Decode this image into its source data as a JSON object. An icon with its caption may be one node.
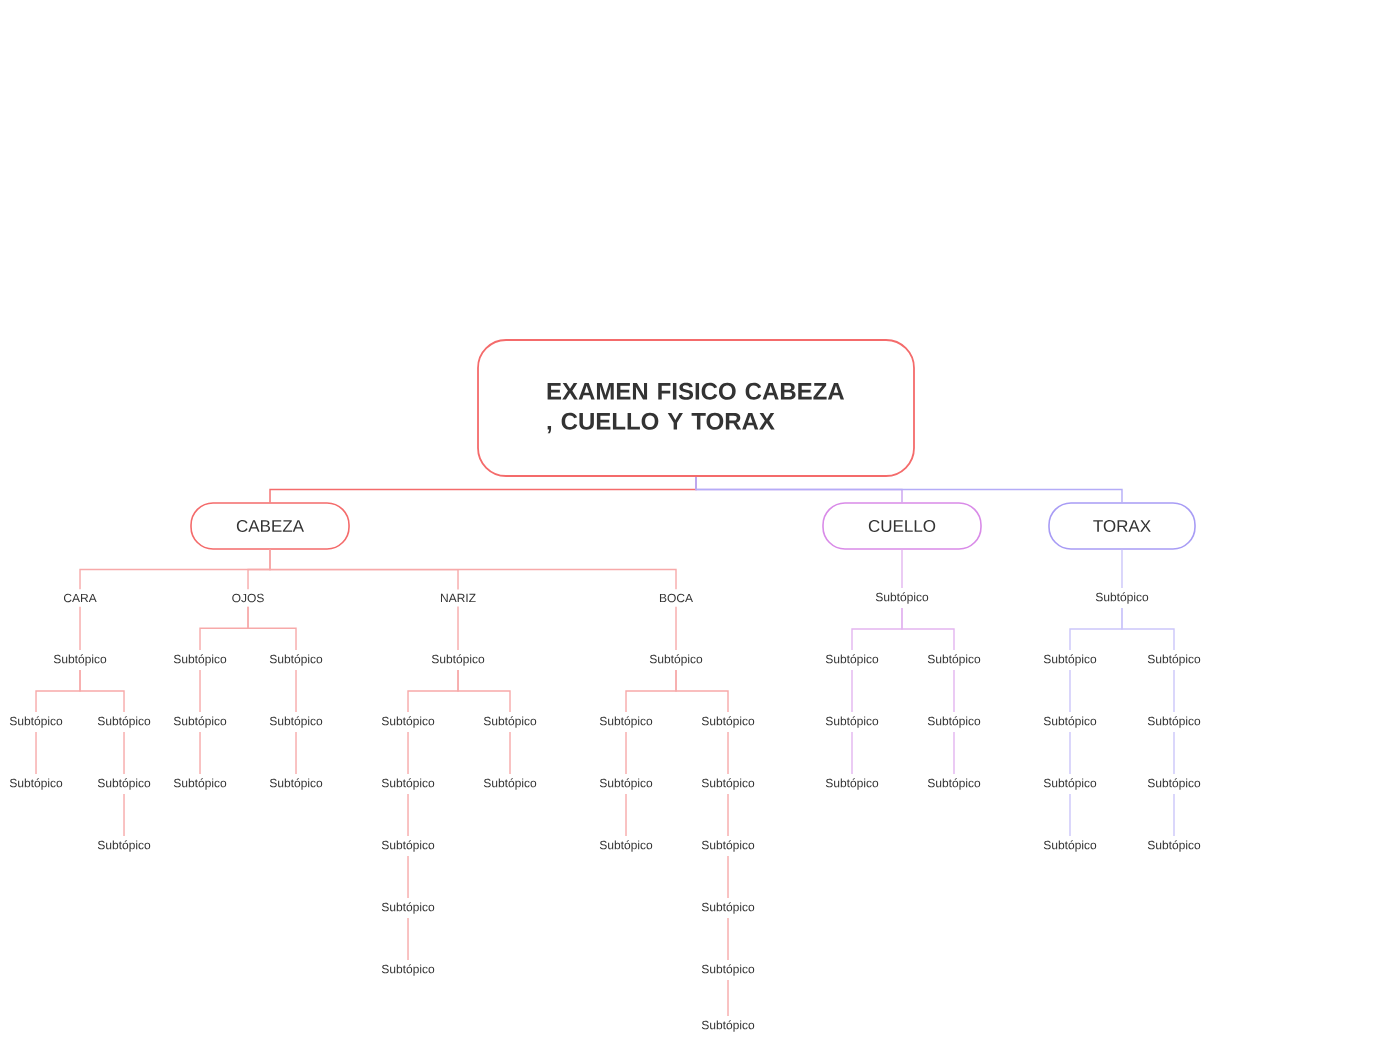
{
  "diagram": {
    "nodes": [
      {
        "text": [
          "EXAMEN FISICO CABEZA , CUELLO Y TORAX"
        ]
      },
      {
        "text": [
          "CABEZA"
        ]
      },
      {
        "text": [
          "CUELLO"
        ]
      },
      {
        "text": [
          "TORAX"
        ]
      },
      {
        "text": [
          "CARA"
        ]
      },
      {
        "text": [
          "OJOS"
        ]
      },
      {
        "text": [
          "NARIZ"
        ]
      },
      {
        "text": [
          "BOCA"
        ]
      },
      {
        "text": [
          "Subtópico"
        ]
      },
      {
        "text": [
          "Subtópico"
        ]
      },
      {
        "text": [
          "Subtópico"
        ]
      },
      {
        "text": [
          "Subtópico"
        ]
      },
      {
        "text": [
          "Subtópico"
        ]
      },
      {
        "text": [
          "Subtópico"
        ]
      },
      {
        "text": [
          "Subtópico"
        ]
      },
      {
        "text": [
          "Subtópico"
        ]
      },
      {
        "text": [
          "Subtópico"
        ]
      },
      {
        "text": [
          "Subtópico"
        ]
      },
      {
        "text": [
          "Subtópico"
        ]
      },
      {
        "text": [
          "Subtópico"
        ]
      },
      {
        "text": [
          "Subtópico"
        ]
      },
      {
        "text": [
          "Subtópico"
        ]
      },
      {
        "text": [
          "Subtópico"
        ]
      },
      {
        "text": [
          "Subtópico"
        ]
      },
      {
        "text": [
          "Subtópico"
        ]
      },
      {
        "text": [
          "Subtópico"
        ]
      },
      {
        "text": [
          "Subtópico"
        ]
      },
      {
        "text": [
          "Subtópico"
        ]
      },
      {
        "text": [
          "Subtópico"
        ]
      },
      {
        "text": [
          "Subtópico"
        ]
      },
      {
        "text": [
          "Subtópico"
        ]
      },
      {
        "text": [
          "Subtópico"
        ]
      },
      {
        "text": [
          "Subtópico"
        ]
      },
      {
        "text": [
          "Subtópico"
        ]
      },
      {
        "text": [
          "Subtópico"
        ]
      },
      {
        "text": [
          "Subtópico"
        ]
      },
      {
        "text": [
          "Subtópico"
        ]
      },
      {
        "text": [
          "Subtópico"
        ]
      },
      {
        "text": [
          "Subtópico"
        ]
      },
      {
        "text": [
          "Subtópico"
        ]
      },
      {
        "text": [
          "Subtópico"
        ]
      },
      {
        "text": [
          "Subtópico"
        ]
      },
      {
        "text": [
          "Subtópico"
        ]
      },
      {
        "text": [
          "Subtópico"
        ]
      },
      {
        "text": [
          "Subtópico"
        ]
      },
      {
        "text": [
          "Subtópico"
        ]
      },
      {
        "text": [
          "Subtópico"
        ]
      },
      {
        "text": [
          "Subtópico"
        ]
      },
      {
        "text": [
          "Subtópico"
        ]
      },
      {
        "text": [
          "Subtópico"
        ]
      },
      {
        "text": [
          "Subtópico"
        ]
      },
      {
        "text": [
          "Subtópico"
        ]
      },
      {
        "text": [
          "Subtópico"
        ]
      },
      {
        "text": [
          "Subtópico"
        ]
      }
    ],
    "edges": [
      {
        "from": 0,
        "to": 1,
        "arrow": "none",
        "color": "#f46b6b"
      },
      {
        "from": 0,
        "to": 2,
        "arrow": "none",
        "color": "#c9a0f0"
      },
      {
        "from": 0,
        "to": 3,
        "arrow": "none",
        "color": "#b4acf7"
      },
      {
        "from": 1,
        "to": 4,
        "arrow": "none"
      },
      {
        "from": 1,
        "to": 5,
        "arrow": "none"
      },
      {
        "from": 1,
        "to": 6,
        "arrow": "none"
      },
      {
        "from": 1,
        "to": 7,
        "arrow": "none"
      },
      {
        "from": 4,
        "to": 8,
        "arrow": "none"
      },
      {
        "from": 8,
        "to": 9,
        "arrow": "none"
      },
      {
        "from": 9,
        "to": 10,
        "arrow": "none"
      },
      {
        "from": 8,
        "to": 11,
        "arrow": "none"
      },
      {
        "from": 11,
        "to": 12,
        "arrow": "none"
      },
      {
        "from": 12,
        "to": 13,
        "arrow": "none"
      },
      {
        "from": 5,
        "to": 14,
        "arrow": "none"
      },
      {
        "from": 14,
        "to": 15,
        "arrow": "none"
      },
      {
        "from": 15,
        "to": 16,
        "arrow": "none"
      },
      {
        "from": 5,
        "to": 17,
        "arrow": "none"
      },
      {
        "from": 17,
        "to": 18,
        "arrow": "none"
      },
      {
        "from": 18,
        "to": 19,
        "arrow": "none"
      },
      {
        "from": 6,
        "to": 20,
        "arrow": "none"
      },
      {
        "from": 20,
        "to": 21,
        "arrow": "none"
      },
      {
        "from": 21,
        "to": 22,
        "arrow": "none"
      },
      {
        "from": 22,
        "to": 23,
        "arrow": "none"
      },
      {
        "from": 23,
        "to": 24,
        "arrow": "none"
      },
      {
        "from": 24,
        "to": 25,
        "arrow": "none"
      },
      {
        "from": 20,
        "to": 26,
        "arrow": "none"
      },
      {
        "from": 26,
        "to": 27,
        "arrow": "none"
      },
      {
        "from": 7,
        "to": 28,
        "arrow": "none"
      },
      {
        "from": 28,
        "to": 29,
        "arrow": "none"
      },
      {
        "from": 29,
        "to": 30,
        "arrow": "none"
      },
      {
        "from": 30,
        "to": 31,
        "arrow": "none"
      },
      {
        "from": 28,
        "to": 32,
        "arrow": "none"
      },
      {
        "from": 32,
        "to": 33,
        "arrow": "none"
      },
      {
        "from": 33,
        "to": 34,
        "arrow": "none"
      },
      {
        "from": 34,
        "to": 35,
        "arrow": "none"
      },
      {
        "from": 35,
        "to": 36,
        "arrow": "none"
      },
      {
        "from": 36,
        "to": 37,
        "arrow": "none"
      },
      {
        "from": 2,
        "to": 38,
        "arrow": "none",
        "color": "#e3b5f0"
      },
      {
        "from": 38,
        "to": 39,
        "arrow": "none",
        "color": "#e3b5f0"
      },
      {
        "from": 39,
        "to": 40,
        "arrow": "none",
        "color": "#e3b5f0"
      },
      {
        "from": 40,
        "to": 41,
        "arrow": "none",
        "color": "#e3b5f0"
      },
      {
        "from": 38,
        "to": 42,
        "arrow": "none",
        "color": "#e3b5f0"
      },
      {
        "from": 42,
        "to": 43,
        "arrow": "none",
        "color": "#e3b5f0"
      },
      {
        "from": 43,
        "to": 44,
        "arrow": "none",
        "color": "#e3b5f0"
      },
      {
        "from": 3,
        "to": 45,
        "arrow": "none",
        "color": "#cbc6fa"
      },
      {
        "from": 45,
        "to": 46,
        "arrow": "none",
        "color": "#cbc6fa"
      },
      {
        "from": 46,
        "to": 47,
        "arrow": "none",
        "color": "#cbc6fa"
      },
      {
        "from": 47,
        "to": 48,
        "arrow": "none",
        "color": "#cbc6fa"
      },
      {
        "from": 48,
        "to": 49,
        "arrow": "none",
        "color": "#cbc6fa"
      },
      {
        "from": 45,
        "to": 50,
        "arrow": "none",
        "color": "#cbc6fa"
      },
      {
        "from": 50,
        "to": 51,
        "arrow": "none",
        "color": "#cbc6fa"
      },
      {
        "from": 51,
        "to": 52,
        "arrow": "none",
        "color": "#cbc6fa"
      },
      {
        "from": 52,
        "to": 53,
        "arrow": "none",
        "color": "#cbc6fa"
      }
    ]
  }
}
